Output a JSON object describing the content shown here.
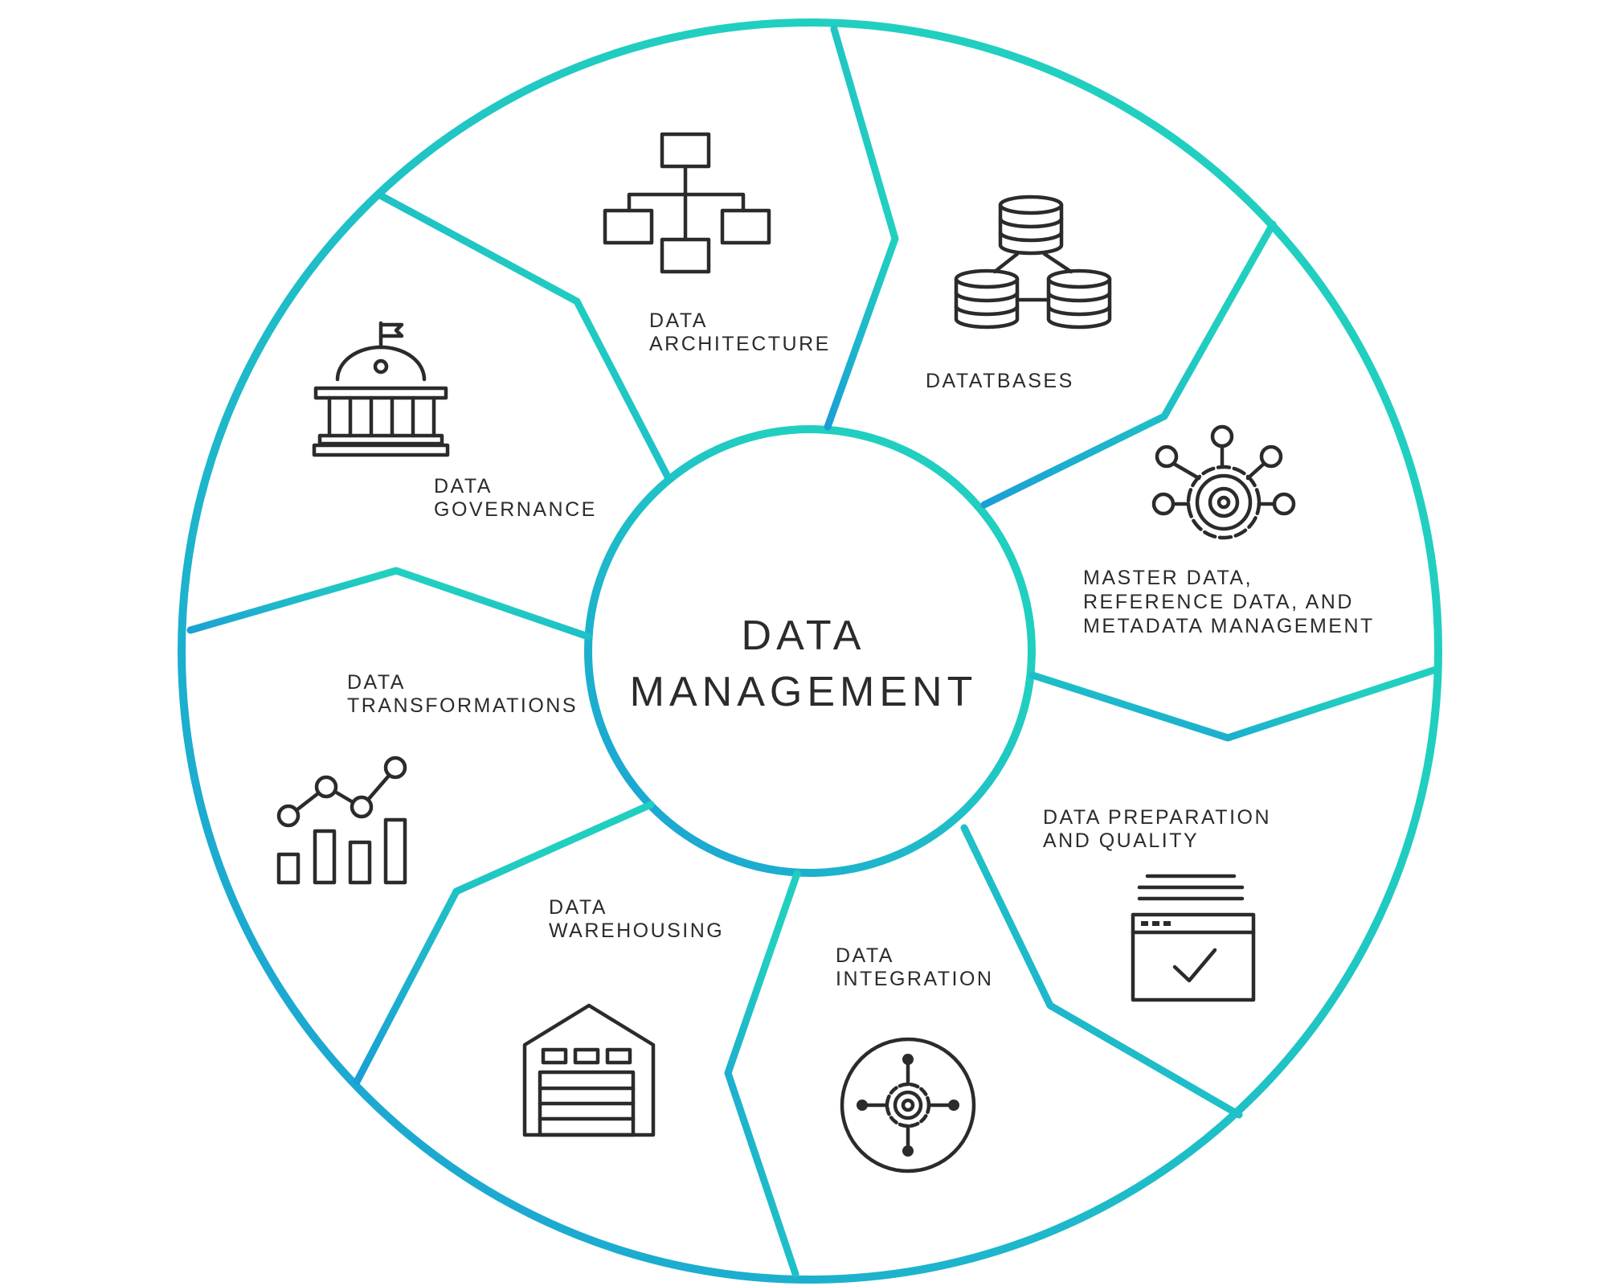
{
  "colors": {
    "ring_blue": "#1a9fd6",
    "ring_teal": "#21cfc0",
    "icon": "#2b2b2b",
    "text": "#2b2b2b",
    "background": "#ffffff"
  },
  "center": {
    "line1": "DATA",
    "line2": "MANAGEMENT"
  },
  "segments": [
    {
      "id": "architecture",
      "icon": "hierarchy-icon",
      "label_line1": "DATA",
      "label_line2": "ARCHITECTURE"
    },
    {
      "id": "databases",
      "icon": "databases-icon",
      "label_line1": "DATATBASES"
    },
    {
      "id": "master-data",
      "icon": "gear-network-icon",
      "label_line1": "MASTER DATA,",
      "label_line2": "REFERENCE DATA, AND",
      "label_line3": "METADATA MANAGEMENT"
    },
    {
      "id": "preparation",
      "icon": "checked-document-icon",
      "label_line1": "DATA PREPARATION",
      "label_line2": "AND QUALITY"
    },
    {
      "id": "integration",
      "icon": "integration-gear-icon",
      "label_line1": "DATA",
      "label_line2": "INTEGRATION"
    },
    {
      "id": "warehousing",
      "icon": "warehouse-icon",
      "label_line1": "DATA",
      "label_line2": "WAREHOUSING"
    },
    {
      "id": "transformations",
      "icon": "bar-line-chart-icon",
      "label_line1": "DATA",
      "label_line2": "TRANSFORMATIONS"
    },
    {
      "id": "governance",
      "icon": "government-building-icon",
      "label_line1": "DATA",
      "label_line2": "GOVERNANCE"
    }
  ]
}
